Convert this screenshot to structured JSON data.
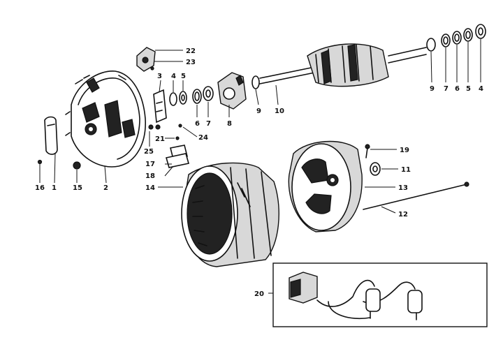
{
  "diagram": {
    "labels": {
      "p1": "1",
      "p2": "2",
      "p3": "3",
      "p4a": "4",
      "p4b": "4",
      "p5a": "5",
      "p5b": "5",
      "p6a": "6",
      "p6b": "6",
      "p7a": "7",
      "p7b": "7",
      "p8": "8",
      "p9a": "9",
      "p9b": "9",
      "p10": "10",
      "p11": "11",
      "p12": "12",
      "p13": "13",
      "p14": "14",
      "p15": "15",
      "p16": "16",
      "p17": "17",
      "p18": "18",
      "p19": "19",
      "p20": "20",
      "p21": "21",
      "p22": "22",
      "p23": "23",
      "p24": "24",
      "p25": "25"
    }
  }
}
